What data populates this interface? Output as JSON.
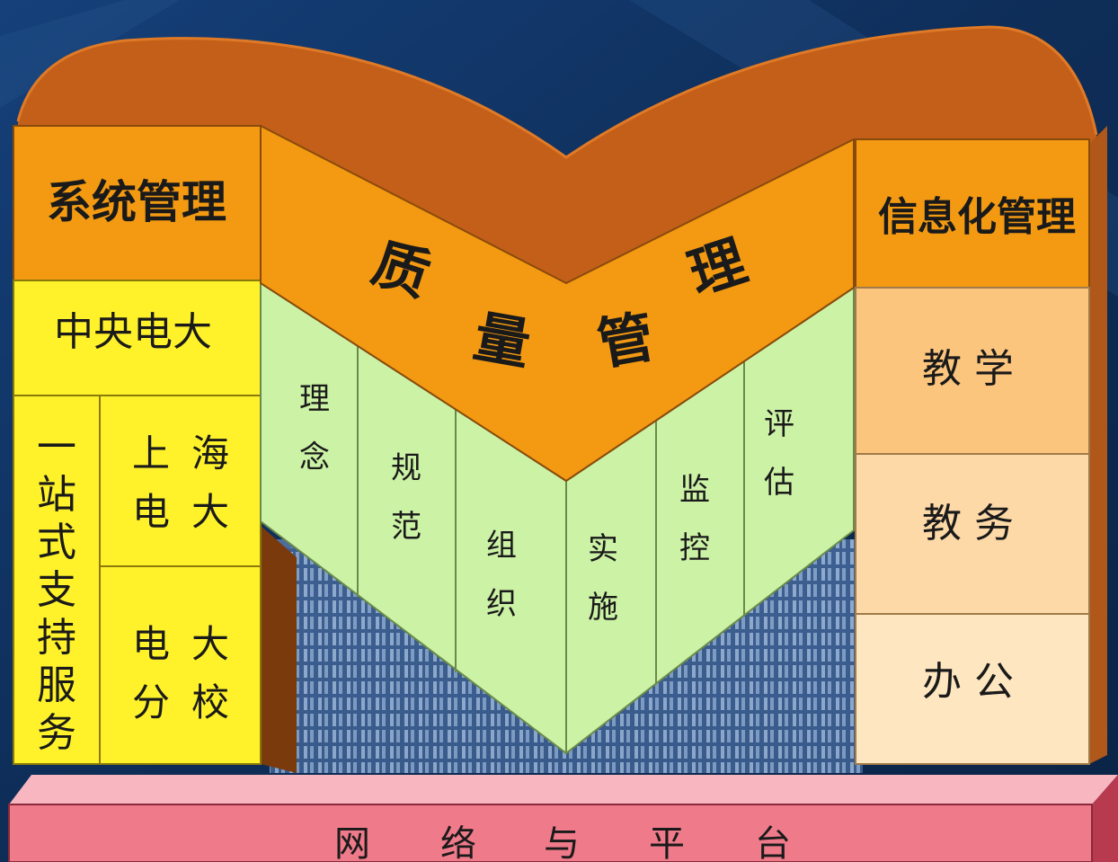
{
  "diagram": {
    "left_header": "系统管理",
    "central": "中央电大",
    "one_stop": [
      "一",
      "站",
      "式",
      "支",
      "持",
      "服",
      "务"
    ],
    "shanghai": [
      [
        "上",
        "海"
      ],
      [
        "电",
        "大"
      ]
    ],
    "branches": [
      [
        "电",
        "大"
      ],
      [
        "分",
        "校"
      ]
    ],
    "center_title": [
      "质",
      "量",
      "管",
      "理"
    ],
    "stages": [
      [
        "理",
        "念"
      ],
      [
        "规",
        "范"
      ],
      [
        "组",
        "织"
      ],
      [
        "实",
        "施"
      ],
      [
        "监",
        "控"
      ],
      [
        "评",
        "估"
      ]
    ],
    "right_header": "信息化管理",
    "right_items": [
      "教 学",
      "教 务",
      "办 公"
    ],
    "base": [
      "网",
      "络",
      "与",
      "平",
      "台"
    ]
  },
  "colors": {
    "orange": "#f39a12",
    "yellow": "#fff22b",
    "green": "#ccf2a6",
    "peach1": "#fcc57d",
    "peach2": "#fdd9a8",
    "peach3": "#fee6c0",
    "pink": "#ee7a8a",
    "brown": "#c0611a",
    "background": "#0f2f5a"
  }
}
